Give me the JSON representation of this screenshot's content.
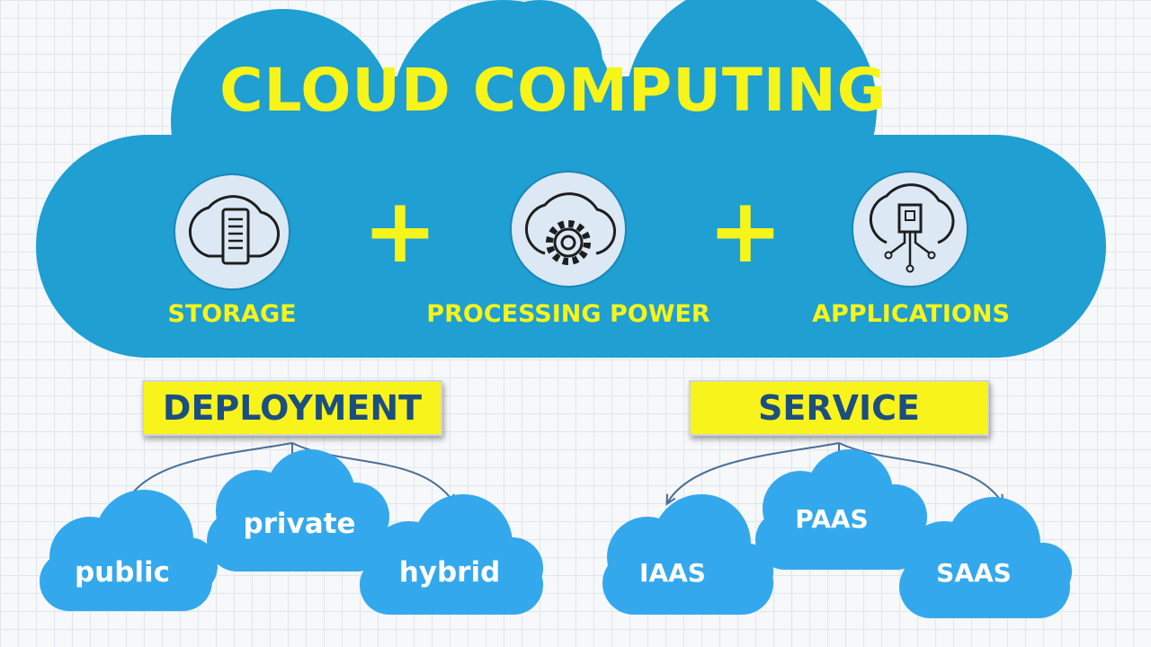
{
  "title": "CLOUD COMPUTING",
  "components": [
    {
      "label": "STORAGE",
      "icon": "cloud-server-icon"
    },
    {
      "label": "PROCESSING POWER",
      "icon": "cloud-gear-icon"
    },
    {
      "label": "APPLICATIONS",
      "icon": "cloud-circuit-icon"
    }
  ],
  "plus_symbol": "+",
  "categories": {
    "deployment": {
      "label": "DEPLOYMENT",
      "children": [
        "public",
        "private",
        "hybrid"
      ]
    },
    "service": {
      "label": "SERVICE",
      "children": [
        "IAAS",
        "PAAS",
        "SAAS"
      ]
    }
  },
  "colors": {
    "main_cloud": "#1f9fd2",
    "title_text": "#f7f41a",
    "label_box": "#f9f31c",
    "label_box_text": "#1b4f80",
    "leaf_cloud": "#34a8ec",
    "icon_circle": "#dce9f4",
    "arrow": "#4a6f96"
  }
}
